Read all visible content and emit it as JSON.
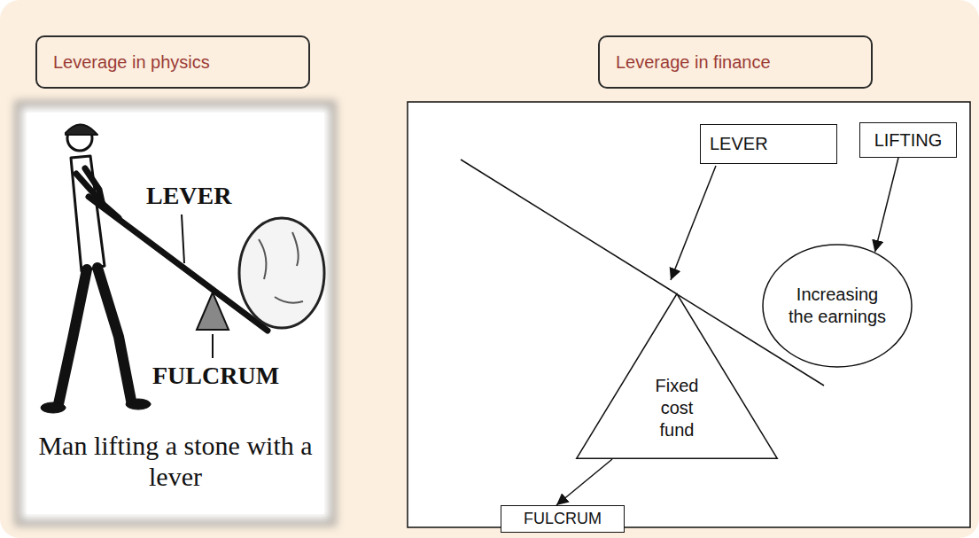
{
  "diagram": {
    "nodes": [
      {
        "text": [
          "Leverage in physics"
        ]
      },
      {
        "text": [
          "Leverage in finance"
        ]
      },
      {
        "text": [
          "LEVER"
        ]
      },
      {
        "text": [
          "LIFTING"
        ]
      },
      {
        "text": [
          "Increasing the earnings"
        ]
      },
      {
        "text": [
          "Fixed cost fund"
        ]
      },
      {
        "text": [
          "FULCRUM"
        ]
      }
    ],
    "edges": [
      {
        "from": 3,
        "to": 4,
        "arrow": "to"
      },
      {
        "from": 5,
        "to": 6,
        "arrow": "to"
      }
    ],
    "labels": [
      "LEVER",
      "FULCRUM",
      "Man lifting a stone with a lever"
    ]
  }
}
